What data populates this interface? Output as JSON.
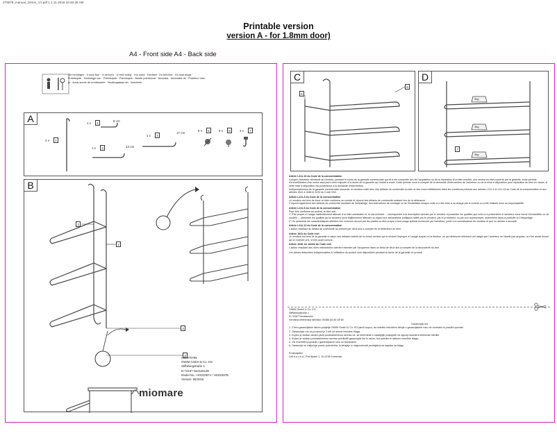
{
  "header_meta": "275978_manual_18mm_V1.pdf 1 1.11.2016 10:45:39 AM",
  "title_line1": "Printable version",
  "title_line2": "version A -  for 1.8mm door)",
  "a4_label": "A4 - Front side A4 - Back side",
  "left_sheet": {
    "warning_text": "Sie benötigen · Il vous faut · Vi servono · U hebt nodig · You need · Tarvitset · Du behöver · Du skal bruge · Potrebujete · Szükségje van · Potřebujete · Potrebujete · Bulete potrebovat · Necesita · Necessita de · Potrebno Vam je · Avetj nevoie de următoarele · Необходимые ви · Ihmižčete ·",
    "panel_a": {
      "tag": "A",
      "items": {
        "qty_2x": "2 x",
        "box_1": "1",
        "qty_1x_2": "1 x",
        "box_2": "2",
        "dim_9cm": "9 cm",
        "qty_1x_3": "1 x",
        "box_3": "3",
        "dim_13cm": "13 cm",
        "qty_1x_4": "1 x",
        "box_4": "4",
        "dim_17cm": "17 cm",
        "qty_6x_5": "6 x",
        "box_5": "5",
        "qty_8x_6": "8 x",
        "box_6": "6",
        "qty_4x_7": "4 x",
        "box_7": "7"
      }
    },
    "panel_b": {
      "tag": "B",
      "labels": [
        "1",
        "2",
        "3",
        "4"
      ]
    },
    "address_lines": [
      "IAN 275798",
      "OWIM GmbH & Co. KG",
      "Stiftsbergstraße 1",
      "D-74167 Neckarsulm",
      "Model No.: HG01097A / HG01097B",
      "Version: 06/2016"
    ],
    "logo": "miomare"
  },
  "right_sheet": {
    "panel_c": {
      "tag": "C",
      "label_left": "6",
      "label_right": "6"
    },
    "panel_d": {
      "tag": "D",
      "weights": [
        "3kg",
        "3kg",
        "3kg"
      ],
      "label": "7"
    },
    "legal": [
      {
        "h": "Article L211-16 du Code de la consommation",
        "p": "Lorsque l'acheteur demande au vendeur, pendant le cours de la garantie commerciale qui lui a été consentie lors de l'acquisition ou de la réparation d'un bien meuble, une remise en état couverte par la garantie, toute période d'immobilisation d'au moins sept jours vient s'ajouter à la durée de la garantie qui restait à courir. Cette période court à compter de la demande d'intervention de l'acheteur ou de la mise à disposition pour réparation du bien en cause, si cette mise à disposition est postérieure à la demande d'intervention."
      },
      {
        "h": "",
        "p": "Indépendamment de la garantie commerciale souscrite, le vendeur reste tenu des défauts de conformité du bien et des vices rédhibitoires dans les conditions prévues aux articles L211-4 à L211-13 du Code de la consommation et aux articles 1641 à 1648 et 2232 du Code Civil."
      },
      {
        "h": "Article L211-4 du Code de la consommation",
        "p": "Le vendeur est tenu de livrer un bien conforme au contrat et répond des défauts de conformité existant lors de la délivrance."
      },
      {
        "h": "",
        "p": "Il répond également des défauts de conformité résultant de l'emballage, des instructions de montage ou de l'installation lorsque celle-ci a été mise à sa charge par le contrat ou a été réalisée sous sa responsabilité."
      },
      {
        "h": "Article L211-5 du Code de la consommation",
        "p": "Pour être conforme au contrat, le bien doit :"
      },
      {
        "h": "",
        "p": "1° Être propre à l'usage habituellement attendu d'un bien semblable et, le cas échéant : - correspondre à la description donnée par le vendeur et posséder les qualités que celui-ci a présentées à l'acheteur sous forme d'échantillon ou de modèle ; - présenter les qualités qu'un acheteur peut légitimement attendre eu égard aux déclarations publiques faites par le vendeur, par le producteur ou par son représentant, notamment dans la publicité ou l'étiquetage ;"
      },
      {
        "h": "",
        "p": "2° Ou présenter les caractéristiques définies d'un commun accord par les parties ou être propre à tout usage spécial recherché par l'acheteur, porté à la connaissance du vendeur et que ce dernier a accepté."
      },
      {
        "h": "Article L211-12 du Code de la consommation",
        "p": "L'action résultant du défaut de conformité se prescrit par deux ans à compter de la délivrance du bien."
      },
      {
        "h": "Article 1641 du Code civil",
        "p": "Le vendeur est tenu de la garantie à raison des défauts cachés de la chose vendue qui la rendent impropre à l'usage auquel on la destine, ou qui diminuent tellement cet usage que l'acheteur ne l'aurait pas acquise, ou n'en aurait donné qu'un moindre prix, s'il les avait connus."
      },
      {
        "h": "Article 1648 1er alinéa du Code civil",
        "p": "L'action résultant des vices rédhibitoires doit être intentée par l'acquéreur dans un délai de deux ans à compter de la découverte du vice."
      },
      {
        "h": "",
        "p": "Les pièces détachées indispensables à l'utilisation du produit sont disponibles pendant la durée de la garantie du produit."
      }
    ],
    "cs_address": [
      "OWIM GmbH & Co. KG",
      "Stiftsbergstraße 1",
      "D-74167 Neckarsulm",
      "Servisna telefonska številka: 00386 (0) 80 28 60"
    ],
    "cs_heading": "Garancijski list",
    "cs_items": [
      "1.  Z tem garancijskim listom podjetje OWIM GmbH & Co. KG jamči kupcu, da izdelek brezhibno deluje v garancijskem roku ob normalni in pravilni uporabi.",
      "2.  Garancijski rok za proizvod je 3 leti od dneva izročitve blaga.",
      "3.  Kupec je dolžan okvaro javiti pooblaščenemu servisu oz. se informirati o nadaljnjih postopkih na zgoraj navedeni telefonski številki.",
      "4.  Kupec je dolžan pooblaščenemu servisu predložiti garancijski list in račun, kot potrdilo in datumu izročitve blaga.",
      "5.  Vsi morebitni popravili v garancijskem roku so brezplačni.",
      "6.  Garancija ne izključuje pravic potrošnika, ki izhajajo iz odgovornosti prodajalca za napake na blagu."
    ],
    "cs_footer": [
      "Proizvajalec:",
      "Lidl d.o.o.k.d., Pod lipami 1, SI-1218 Komenda"
    ]
  }
}
